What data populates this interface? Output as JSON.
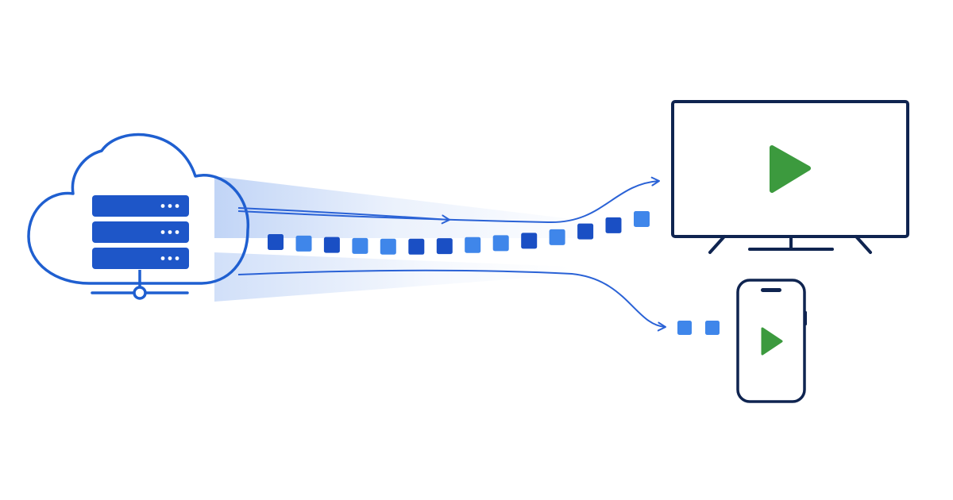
{
  "colors": {
    "background": "#ffffff",
    "cloud_stroke": "#1f5fd0",
    "server_fill": "#1e56c8",
    "server_dot": "#ffffff",
    "packet_dark": "#1a4fc4",
    "packet_light": "#3f86ea",
    "arrow": "#2a62d6",
    "beam": "#5b8fe8",
    "device_stroke": "#0f2450",
    "play": "#3c9a3e"
  },
  "icons": {
    "source": "cloud-server-icon",
    "tv": "television-icon",
    "phone": "smartphone-icon",
    "play": "play-icon"
  },
  "server_units": 3,
  "packets_to_tv": 14,
  "packets_to_phone": 2
}
